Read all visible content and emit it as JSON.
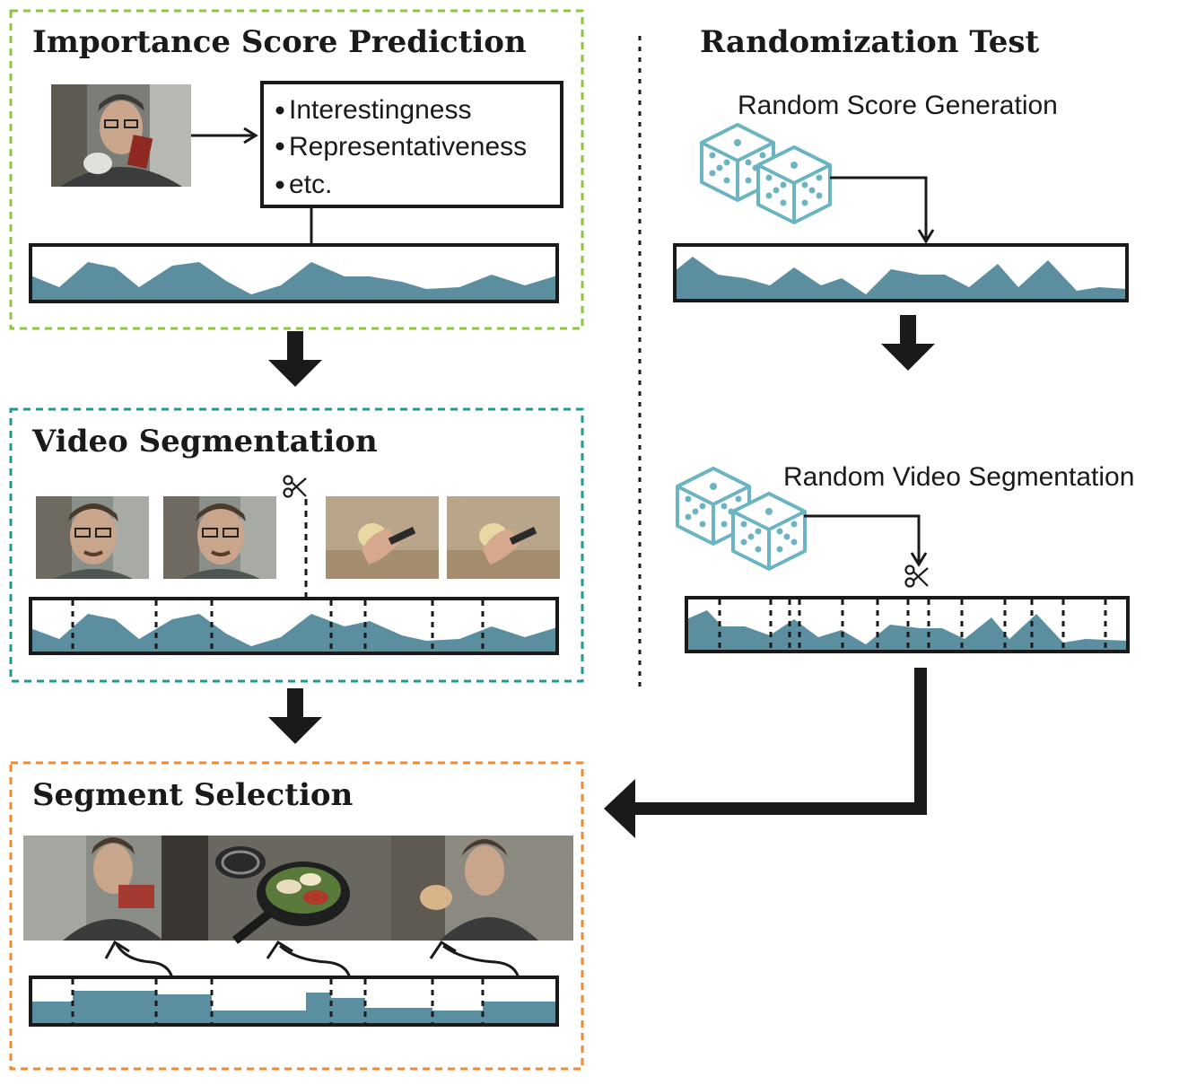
{
  "colors": {
    "score_fill": "#5b8fa0",
    "dice": "#6db4c3",
    "green_border": "#8cc63f",
    "teal_border": "#1f9a92",
    "orange_border": "#f0892f",
    "arrow": "#1a1a1a"
  },
  "importance": {
    "title": "Importance Score Prediction",
    "criteria": [
      "Interestingness",
      "Representativeness",
      "etc."
    ]
  },
  "segmentation": {
    "title": "Video Segmentation"
  },
  "selection": {
    "title": "Segment Selection"
  },
  "randomization": {
    "title": "Randomization Test",
    "score_label": "Random Score Generation",
    "segment_label": "Random Video Segmentation"
  },
  "icons": [
    "dice-icon",
    "scissors-icon",
    "video-frame-thumbnail"
  ]
}
